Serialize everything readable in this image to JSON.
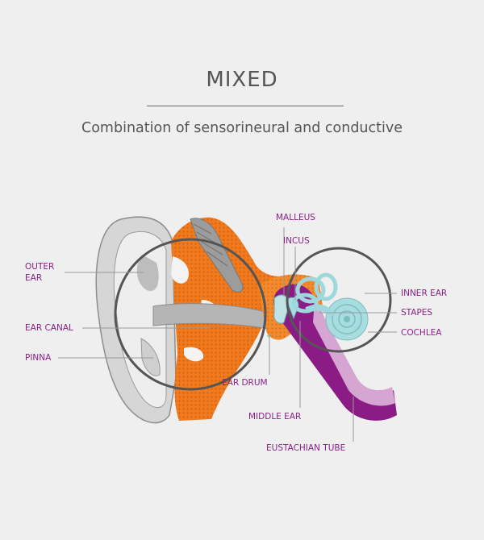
{
  "header": {
    "title": "MIXED",
    "subtitle": "Combination of sensorineural and conductive"
  },
  "labels": {
    "outer_ear": "OUTER\nEAR",
    "ear_canal": "EAR CANAL",
    "pinna": "PINNA",
    "ear_drum": "EAR DRUM",
    "middle_ear": "MIDDLE EAR",
    "eustachian_tube": "EUSTACHIAN TUBE",
    "malleus": "MALLEUS",
    "incus": "INCUS",
    "inner_ear": "INNER EAR",
    "stapes": "STAPES",
    "cochlea": "COCHLEA"
  },
  "colors": {
    "background": "#efefef",
    "label": "#8a1f88",
    "tissue_orange": "#f07a1e",
    "eustachian_purple": "#8b1c86",
    "cochlea_teal": "#a8dde0",
    "ear_gray": "#c9c9c9",
    "circle_stroke": "#555555"
  }
}
